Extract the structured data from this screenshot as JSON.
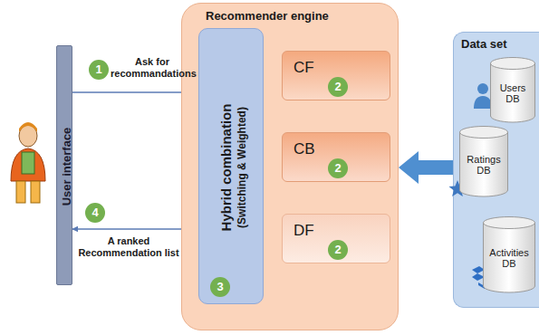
{
  "diagram": {
    "nodes": [
      {
        "text": [
          "User interface"
        ]
      },
      {
        "text": [
          "Recommender engine"
        ]
      },
      {
        "text": [
          "Hybrid combination",
          "(Switching & Weighted)"
        ],
        "in": 1
      },
      {
        "text": [
          "CF"
        ],
        "in": 1
      },
      {
        "text": [
          "CB"
        ],
        "in": 1
      },
      {
        "text": [
          "DF"
        ],
        "in": 1
      },
      {
        "text": [
          "Data set"
        ]
      },
      {
        "text": [
          "Users DB"
        ],
        "in": 6
      },
      {
        "text": [
          "Ratings DB"
        ],
        "in": 6
      },
      {
        "text": [
          "Activities DB"
        ],
        "in": 6
      }
    ],
    "edges": [
      {
        "from": 0,
        "to": 2,
        "label": "Ask for recommandations",
        "arrow": "to"
      },
      {
        "from": 2,
        "to": 0,
        "label": "A ranked Recommendation list",
        "arrow": "to"
      },
      {
        "from": 3,
        "to": 2,
        "arrow": "to"
      },
      {
        "from": 4,
        "to": 2,
        "arrow": "to"
      },
      {
        "from": 5,
        "to": 2,
        "arrow": "to"
      },
      {
        "from": 6,
        "to": 1,
        "arrow": "to"
      }
    ],
    "labels": [
      "1",
      "2",
      "2",
      "2",
      "3",
      "4"
    ]
  }
}
